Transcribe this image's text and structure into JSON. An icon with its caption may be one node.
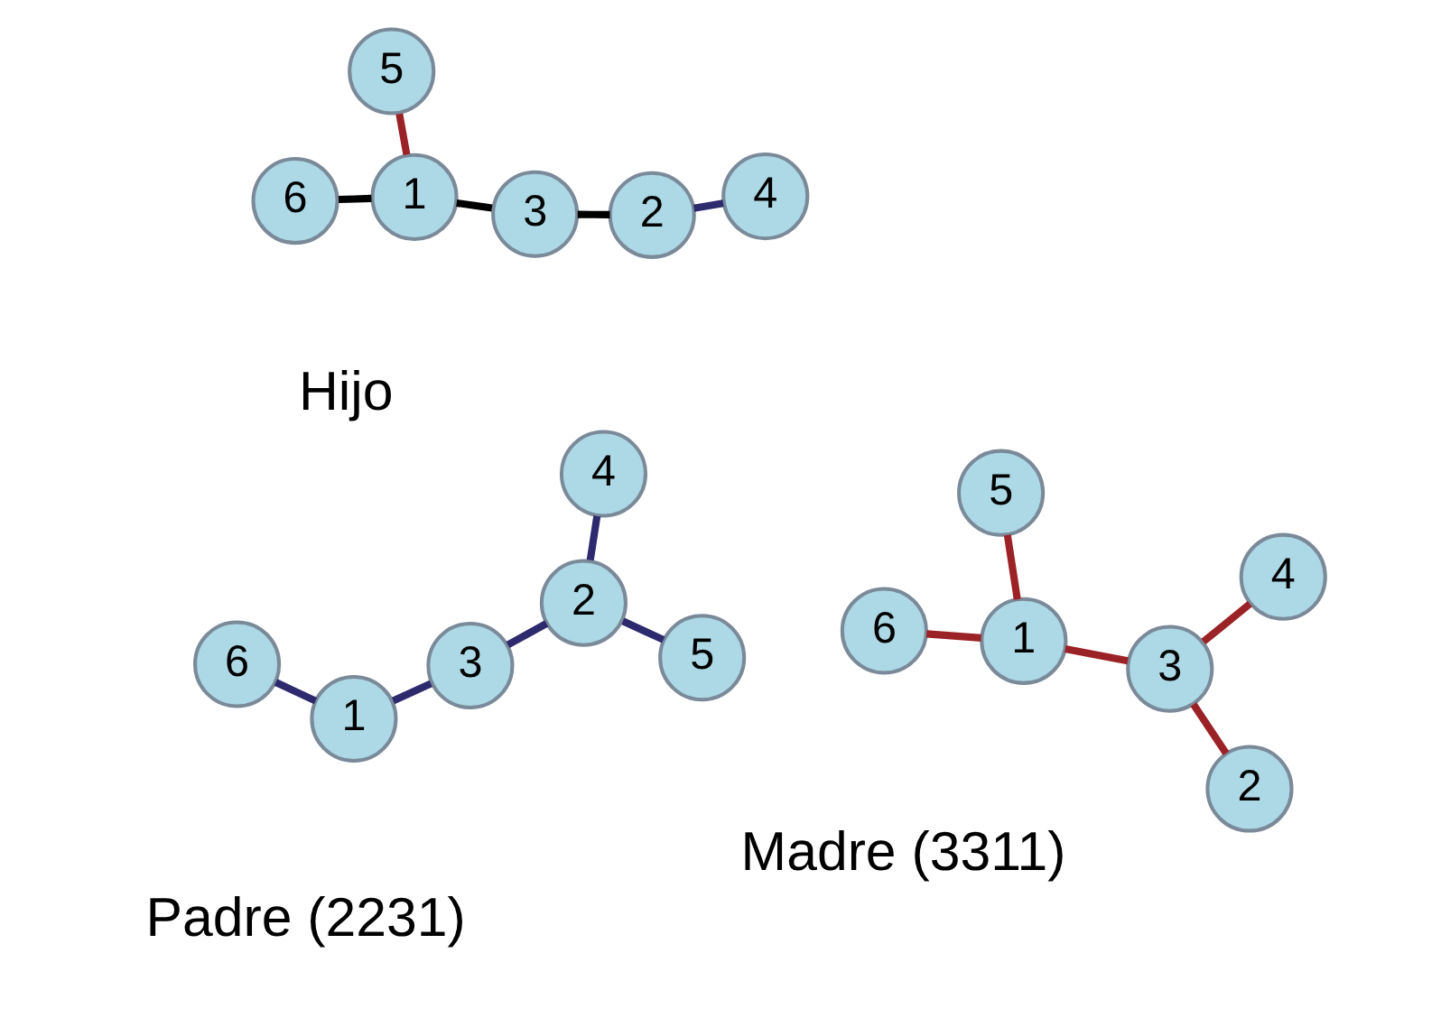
{
  "diagram": {
    "nodes": [
      {
        "text": [
          "1"
        ]
      },
      {
        "text": [
          "2"
        ]
      },
      {
        "text": [
          "3"
        ]
      },
      {
        "text": [
          "4"
        ]
      },
      {
        "text": [
          "5"
        ]
      },
      {
        "text": [
          "6"
        ]
      },
      {
        "text": [
          "1"
        ]
      },
      {
        "text": [
          "2"
        ]
      },
      {
        "text": [
          "3"
        ]
      },
      {
        "text": [
          "4"
        ]
      },
      {
        "text": [
          "5"
        ]
      },
      {
        "text": [
          "6"
        ]
      },
      {
        "text": [
          "1"
        ]
      },
      {
        "text": [
          "2"
        ]
      },
      {
        "text": [
          "3"
        ]
      },
      {
        "text": [
          "4"
        ]
      },
      {
        "text": [
          "5"
        ]
      },
      {
        "text": [
          "6"
        ]
      }
    ],
    "edges": [
      {
        "from": 4,
        "to": 1,
        "arrow": "none",
        "color": "#2e2a6e"
      },
      {
        "from": 3,
        "to": 1,
        "arrow": "none",
        "color": "#2e2a6e"
      },
      {
        "from": 1,
        "to": 2,
        "arrow": "none",
        "color": "#2e2a6e"
      },
      {
        "from": 2,
        "to": 0,
        "arrow": "none",
        "color": "#2e2a6e"
      },
      {
        "from": 0,
        "to": 5,
        "arrow": "none",
        "color": "#2e2a6e"
      },
      {
        "from": 10,
        "to": 6,
        "arrow": "none",
        "color": "#9b2226"
      },
      {
        "from": 6,
        "to": 11,
        "arrow": "none",
        "color": "#9b2226"
      },
      {
        "from": 6,
        "to": 8,
        "arrow": "none",
        "color": "#9b2226"
      },
      {
        "from": 7,
        "to": 8,
        "arrow": "none",
        "color": "#9b2226"
      },
      {
        "from": 9,
        "to": 8,
        "arrow": "none",
        "color": "#9b2226"
      },
      {
        "from": 16,
        "to": 12,
        "arrow": "none",
        "color": "#9b2226"
      },
      {
        "from": 12,
        "to": 17,
        "arrow": "none",
        "color": "#000000"
      },
      {
        "from": 12,
        "to": 14,
        "arrow": "none",
        "color": "#000000"
      },
      {
        "from": 13,
        "to": 14,
        "arrow": "none",
        "color": "#000000"
      },
      {
        "from": 15,
        "to": 13,
        "arrow": "none",
        "color": "#2e2a6e"
      }
    ],
    "labels": [
      "Padre (2231)",
      "Madre (3311)",
      "Hijo"
    ]
  }
}
